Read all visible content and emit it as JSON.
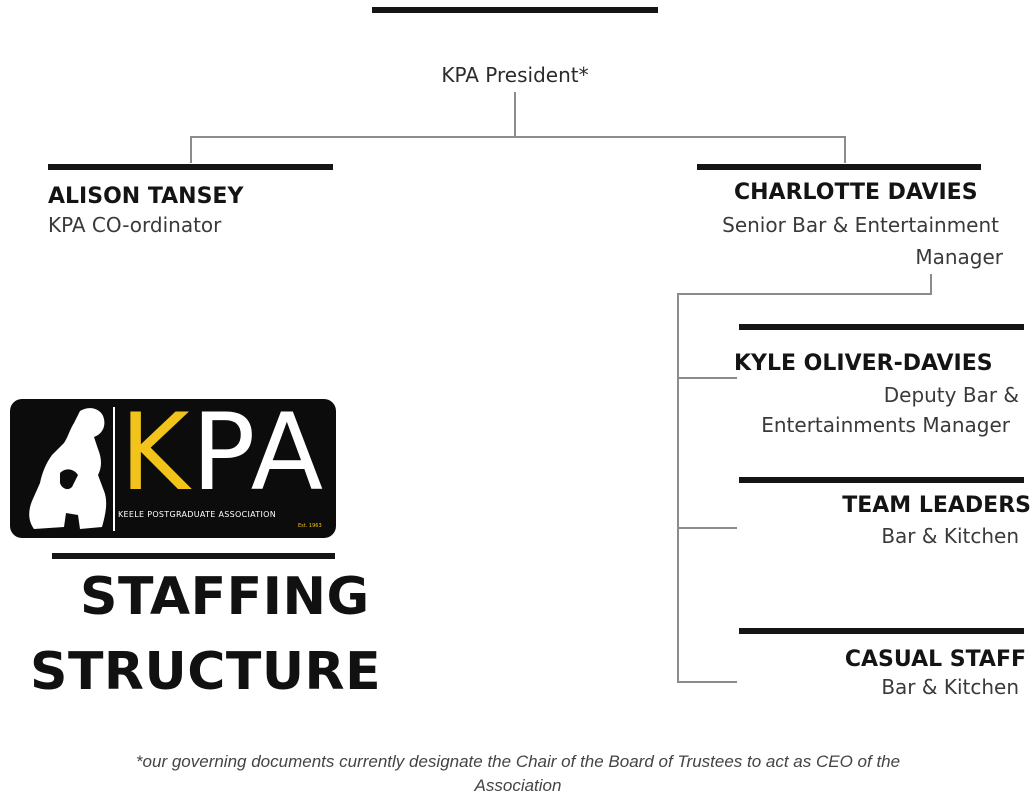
{
  "org_chart": {
    "top": {
      "label": "KPA President*"
    },
    "left_node": {
      "name": "ALISON TANSEY",
      "role": "KPA CO-ordinator"
    },
    "right_node": {
      "name": "CHARLOTTE DAVIES",
      "role_line1": "Senior Bar & Entertainment",
      "role_line2": "Manager"
    },
    "children": [
      {
        "name": "KYLE OLIVER-DAVIES",
        "role_line1": "Deputy Bar &",
        "role_line2": "Entertainments Manager"
      },
      {
        "name": "TEAM LEADERS",
        "role_line1": "Bar & Kitchen"
      },
      {
        "name": "CASUAL STAFF",
        "role_line1": "Bar & Kitchen"
      }
    ]
  },
  "logo": {
    "letters": "KPA",
    "tagline": "KEELE POSTGRADUATE ASSOCIATION",
    "established": "Est. 1963",
    "accent_color": "#f2c41b"
  },
  "heading": {
    "line1": "STAFFING",
    "line2": "STRUCTURE"
  },
  "footnote": {
    "line1": "*our governing documents currently designate the Chair of the Board of Trustees to act as CEO of the",
    "line2": "Association"
  }
}
